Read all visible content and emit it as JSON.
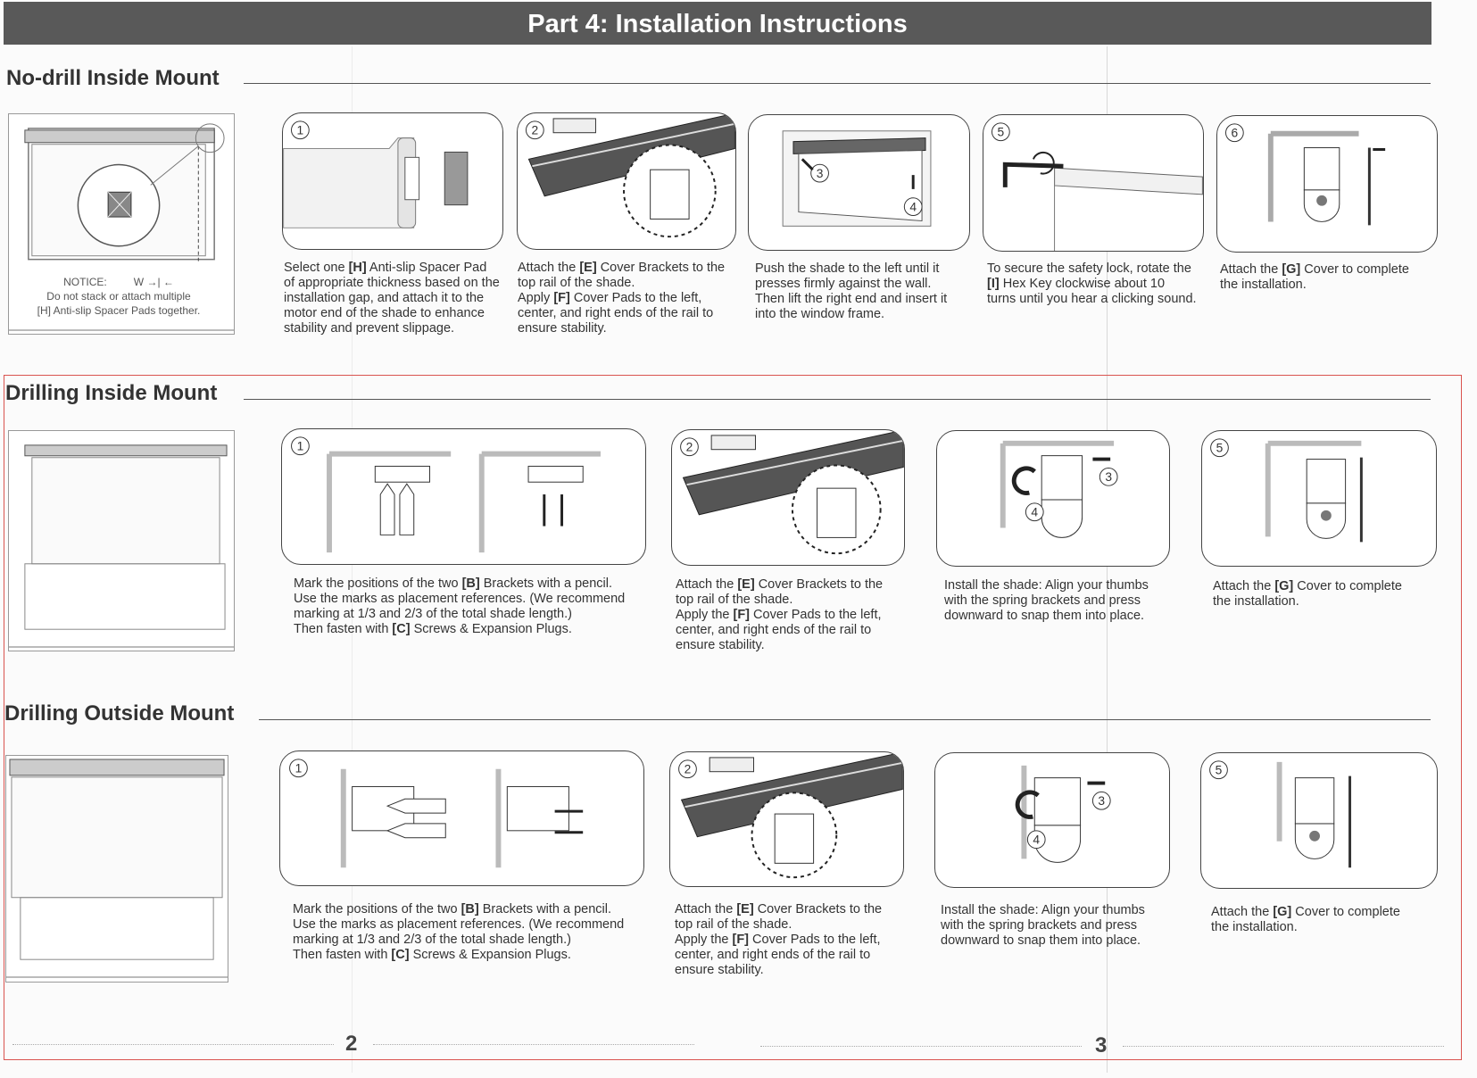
{
  "header": {
    "title": "Part 4: Installation Instructions"
  },
  "sections": {
    "nodrill": {
      "title": "No-drill Inside Mount",
      "notice": {
        "label": "NOTICE:",
        "w": "W",
        "line1": "Do not stack or attach multiple",
        "line2": "[H] Anti-slip Spacer Pads together."
      },
      "steps": [
        {
          "num": "1",
          "lines": [
            [
              [
                "Select one ",
                ""
              ],
              [
                "[H]",
                "b"
              ],
              [
                " Anti-slip Spacer Pad",
                ""
              ]
            ],
            [
              [
                "of appropriate thickness based on the",
                ""
              ]
            ],
            [
              [
                "installation gap, and attach it to the",
                ""
              ]
            ],
            [
              [
                "motor end of the shade to enhance",
                ""
              ]
            ],
            [
              [
                "stability and prevent slippage.",
                ""
              ]
            ]
          ]
        },
        {
          "num": "2",
          "lines": [
            [
              [
                "Attach the ",
                ""
              ],
              [
                "[E]",
                "b"
              ],
              [
                " Cover Brackets to the",
                ""
              ]
            ],
            [
              [
                "top rail of the shade.",
                ""
              ]
            ],
            [
              [
                "Apply ",
                ""
              ],
              [
                "[F]",
                "b"
              ],
              [
                " Cover Pads to the left,",
                ""
              ]
            ],
            [
              [
                "center, and right ends of the rail to",
                ""
              ]
            ],
            [
              [
                "ensure stability.",
                ""
              ]
            ]
          ]
        },
        {
          "num": "3",
          "num2": "4",
          "lines": [
            [
              [
                "Push the shade to the left until it",
                ""
              ]
            ],
            [
              [
                "presses firmly against the wall.",
                ""
              ]
            ],
            [
              [
                "Then lift the right end and insert it",
                ""
              ]
            ],
            [
              [
                "into the window frame.",
                ""
              ]
            ]
          ]
        },
        {
          "num": "5",
          "lines": [
            [
              [
                "To secure the safety lock, rotate the",
                ""
              ]
            ],
            [
              [
                "[I]",
                "b"
              ],
              [
                " Hex Key clockwise about 10",
                ""
              ]
            ],
            [
              [
                "turns until you hear a clicking sound.",
                ""
              ]
            ]
          ]
        },
        {
          "num": "6",
          "lines": [
            [
              [
                "Attach the ",
                ""
              ],
              [
                "[G]",
                "b"
              ],
              [
                " Cover to complete",
                ""
              ]
            ],
            [
              [
                "the installation.",
                ""
              ]
            ]
          ]
        }
      ]
    },
    "drill_inside": {
      "title": "Drilling Inside Mount",
      "steps": [
        {
          "num": "1",
          "lines": [
            [
              [
                "Mark the positions of the two ",
                ""
              ],
              [
                "[B]",
                "b"
              ],
              [
                " Brackets with a pencil.",
                ""
              ]
            ],
            [
              [
                "Use the marks as placement references. (We recommend",
                ""
              ]
            ],
            [
              [
                "marking at 1/3 and 2/3 of the total shade length.)",
                ""
              ]
            ],
            [
              [
                "Then fasten with ",
                ""
              ],
              [
                "[C]",
                "b"
              ],
              [
                " Screws & Expansion Plugs.",
                ""
              ]
            ]
          ]
        },
        {
          "num": "2",
          "lines": [
            [
              [
                "Attach the ",
                ""
              ],
              [
                "[E]",
                "b"
              ],
              [
                " Cover Brackets to the",
                ""
              ]
            ],
            [
              [
                "top rail of the shade.",
                ""
              ]
            ],
            [
              [
                "Apply the ",
                ""
              ],
              [
                "[F]",
                "b"
              ],
              [
                " Cover Pads to the left,",
                ""
              ]
            ],
            [
              [
                "center, and right ends of the rail to",
                ""
              ]
            ],
            [
              [
                "ensure stability.",
                ""
              ]
            ]
          ]
        },
        {
          "num": "3",
          "num2": "4",
          "lines": [
            [
              [
                "Install the shade: Align your thumbs",
                ""
              ]
            ],
            [
              [
                "with the spring brackets and press",
                ""
              ]
            ],
            [
              [
                "downward to snap them into place.",
                ""
              ]
            ]
          ]
        },
        {
          "num": "5",
          "lines": [
            [
              [
                "Attach the ",
                ""
              ],
              [
                "[G]",
                "b"
              ],
              [
                " Cover to complete",
                ""
              ]
            ],
            [
              [
                "the installation.",
                ""
              ]
            ]
          ]
        }
      ]
    },
    "drill_outside": {
      "title": "Drilling Outside Mount",
      "steps": [
        {
          "num": "1",
          "lines": [
            [
              [
                "Mark the positions of the two ",
                ""
              ],
              [
                "[B]",
                "b"
              ],
              [
                " Brackets with a pencil.",
                ""
              ]
            ],
            [
              [
                "Use the marks as placement references. (We recommend",
                ""
              ]
            ],
            [
              [
                "marking at 1/3 and 2/3 of the total shade length.)",
                ""
              ]
            ],
            [
              [
                "Then fasten with ",
                ""
              ],
              [
                "[C]",
                "b"
              ],
              [
                " Screws & Expansion Plugs.",
                ""
              ]
            ]
          ]
        },
        {
          "num": "2",
          "lines": [
            [
              [
                "Attach the ",
                ""
              ],
              [
                "[E]",
                "b"
              ],
              [
                " Cover Brackets to the",
                ""
              ]
            ],
            [
              [
                "top rail of the shade.",
                ""
              ]
            ],
            [
              [
                "Apply the ",
                ""
              ],
              [
                "[F]",
                "b"
              ],
              [
                " Cover Pads to the left,",
                ""
              ]
            ],
            [
              [
                "center, and right ends of the rail to",
                ""
              ]
            ],
            [
              [
                "ensure stability.",
                ""
              ]
            ]
          ]
        },
        {
          "num": "3",
          "num2": "4",
          "lines": [
            [
              [
                "Install the shade: Align your thumbs",
                ""
              ]
            ],
            [
              [
                "with the spring brackets and press",
                ""
              ]
            ],
            [
              [
                "downward to snap them into place.",
                ""
              ]
            ]
          ]
        },
        {
          "num": "5",
          "lines": [
            [
              [
                "Attach the ",
                ""
              ],
              [
                "[G]",
                "b"
              ],
              [
                " Cover to complete",
                ""
              ]
            ],
            [
              [
                "the installation.",
                ""
              ]
            ]
          ]
        }
      ]
    }
  },
  "footer": {
    "page_left": "2",
    "page_right": "3"
  }
}
